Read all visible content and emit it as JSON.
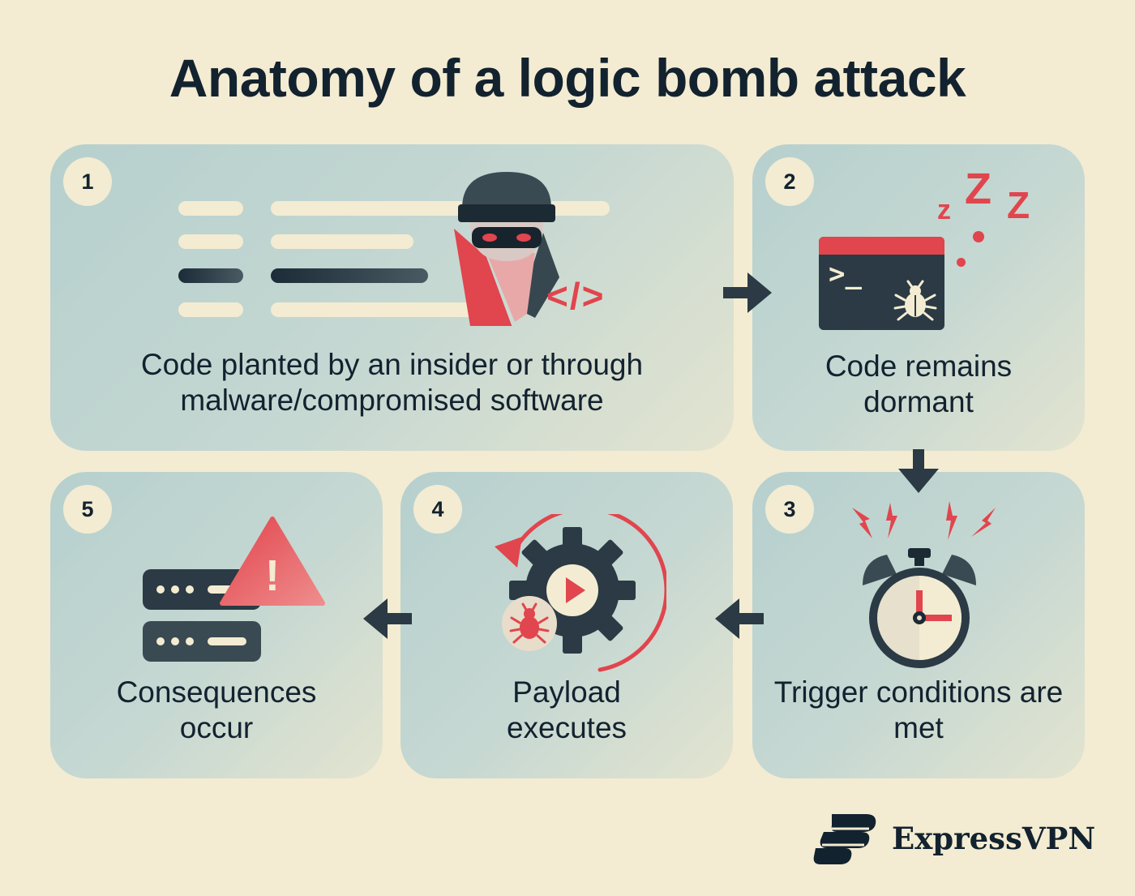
{
  "title": "Anatomy of a logic bomb attack",
  "steps": [
    {
      "number": "1",
      "caption": "Code planted by an insider or through malware/compromised software"
    },
    {
      "number": "2",
      "caption": "Code remains dormant"
    },
    {
      "number": "3",
      "caption": "Trigger conditions are met"
    },
    {
      "number": "4",
      "caption": "Payload executes"
    },
    {
      "number": "5",
      "caption": "Consequences occur"
    }
  ],
  "icons": {
    "step1": [
      "code-lines-icon",
      "hacker-icon",
      "code-tag-icon"
    ],
    "step2": [
      "terminal-icon",
      "bug-icon",
      "sleep-zzz-icon"
    ],
    "step3": [
      "alarm-clock-icon",
      "lightning-icon"
    ],
    "step4": [
      "gear-icon",
      "play-icon",
      "bug-icon",
      "cycle-arrow-icon"
    ],
    "step5": [
      "server-icon",
      "warning-icon"
    ]
  },
  "sleep_text": [
    "z",
    "Z",
    "Z"
  ],
  "code_tag": "</>",
  "terminal_prompt": ">_",
  "warning_mark": "!",
  "brand": {
    "name": "ExpressVPN"
  },
  "colors": {
    "background": "#f3ecd2",
    "card": "#bcd3cf",
    "dark": "#13222f",
    "accent_red": "#e1454d"
  }
}
